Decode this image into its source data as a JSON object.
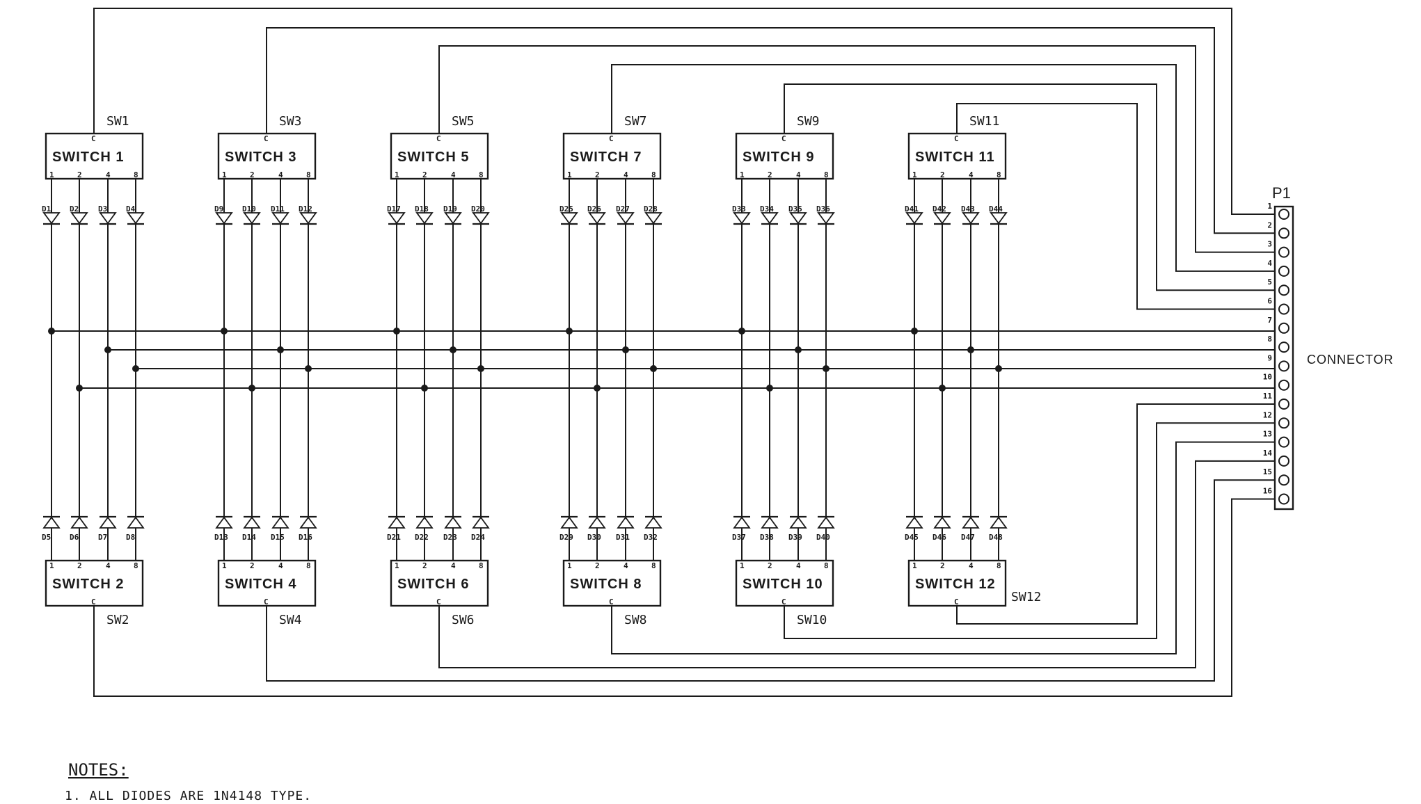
{
  "switches_top": [
    {
      "ref": "SW1",
      "label": "SWITCH 1",
      "common": "C",
      "pins": [
        "1",
        "2",
        "4",
        "8"
      ],
      "diodes": [
        "D1",
        "D2",
        "D3",
        "D4"
      ]
    },
    {
      "ref": "SW3",
      "label": "SWITCH 3",
      "common": "C",
      "pins": [
        "1",
        "2",
        "4",
        "8"
      ],
      "diodes": [
        "D9",
        "D10",
        "D11",
        "D12"
      ]
    },
    {
      "ref": "SW5",
      "label": "SWITCH 5",
      "common": "C",
      "pins": [
        "1",
        "2",
        "4",
        "8"
      ],
      "diodes": [
        "D17",
        "D18",
        "D19",
        "D20"
      ]
    },
    {
      "ref": "SW7",
      "label": "SWITCH 7",
      "common": "C",
      "pins": [
        "1",
        "2",
        "4",
        "8"
      ],
      "diodes": [
        "D25",
        "D26",
        "D27",
        "D28"
      ]
    },
    {
      "ref": "SW9",
      "label": "SWITCH 9",
      "common": "C",
      "pins": [
        "1",
        "2",
        "4",
        "8"
      ],
      "diodes": [
        "D33",
        "D34",
        "D35",
        "D36"
      ]
    },
    {
      "ref": "SW11",
      "label": "SWITCH 11",
      "common": "C",
      "pins": [
        "1",
        "2",
        "4",
        "8"
      ],
      "diodes": [
        "D41",
        "D42",
        "D43",
        "D44"
      ]
    }
  ],
  "switches_bottom": [
    {
      "ref": "SW2",
      "label": "SWITCH 2",
      "common": "C",
      "pins": [
        "1",
        "2",
        "4",
        "8"
      ],
      "diodes": [
        "D5",
        "D6",
        "D7",
        "D8"
      ]
    },
    {
      "ref": "SW4",
      "label": "SWITCH 4",
      "common": "C",
      "pins": [
        "1",
        "2",
        "4",
        "8"
      ],
      "diodes": [
        "D13",
        "D14",
        "D15",
        "D16"
      ]
    },
    {
      "ref": "SW6",
      "label": "SWITCH 6",
      "common": "C",
      "pins": [
        "1",
        "2",
        "4",
        "8"
      ],
      "diodes": [
        "D21",
        "D22",
        "D23",
        "D24"
      ]
    },
    {
      "ref": "SW8",
      "label": "SWITCH 8",
      "common": "C",
      "pins": [
        "1",
        "2",
        "4",
        "8"
      ],
      "diodes": [
        "D29",
        "D30",
        "D31",
        "D32"
      ]
    },
    {
      "ref": "SW10",
      "label": "SWITCH 10",
      "common": "C",
      "pins": [
        "1",
        "2",
        "4",
        "8"
      ],
      "diodes": [
        "D37",
        "D38",
        "D39",
        "D40"
      ]
    },
    {
      "ref": "SW12",
      "label": "SWITCH 12",
      "common": "C",
      "pins": [
        "1",
        "2",
        "4",
        "8"
      ],
      "diodes": [
        "D45",
        "D46",
        "D47",
        "D48"
      ]
    }
  ],
  "connector": {
    "ref": "P1",
    "label": "CONNECTOR",
    "pins": [
      "1",
      "2",
      "3",
      "4",
      "5",
      "6",
      "7",
      "8",
      "9",
      "10",
      "11",
      "12",
      "13",
      "14",
      "15",
      "16"
    ]
  },
  "notes": {
    "heading": "NOTES:",
    "items": [
      "1. ALL DIODES ARE 1N4148 TYPE."
    ]
  }
}
